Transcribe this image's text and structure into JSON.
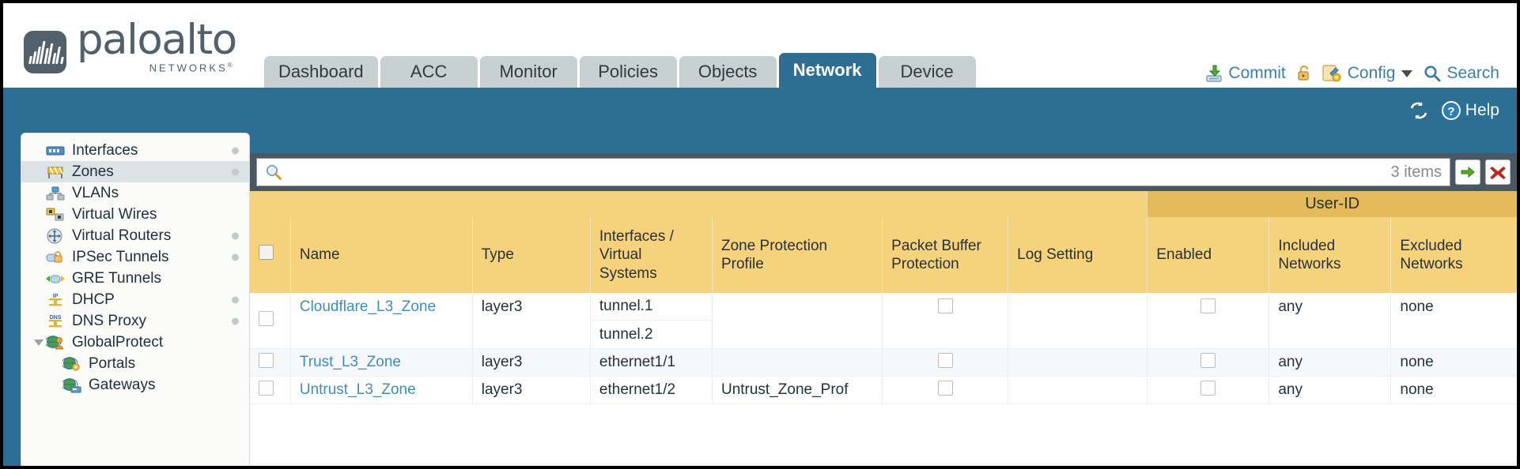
{
  "brand": {
    "name": "paloalto",
    "sub": "NETWORKS",
    "sub_mark": "®",
    "logo_color": "#51606b"
  },
  "colors": {
    "active_tab": "#2d6e94",
    "tab_bg": "#c7d1d2",
    "header_gold": "#f6d27d",
    "group_gold": "#e5ba5a",
    "link_blue": "#3f8dbd",
    "band_blue": "#2d6e94",
    "search_bar": "#4a5660"
  },
  "tabs": [
    {
      "label": "Dashboard",
      "active": false
    },
    {
      "label": "ACC",
      "active": false
    },
    {
      "label": "Monitor",
      "active": false
    },
    {
      "label": "Policies",
      "active": false
    },
    {
      "label": "Objects",
      "active": false
    },
    {
      "label": "Network",
      "active": true
    },
    {
      "label": "Device",
      "active": false
    }
  ],
  "top_actions": {
    "commit": "Commit",
    "commit_icon": "commit-save-icon",
    "lock_icon": "padlock-unlocked-icon",
    "config": "Config",
    "config_icon": "config-wrench-gear-icon",
    "search": "Search",
    "search_icon": "magnifier-icon"
  },
  "band": {
    "refresh_icon": "refresh-icon",
    "help": "Help",
    "help_icon": "help-question-icon"
  },
  "sidebar": {
    "items": [
      {
        "label": "Interfaces",
        "icon": "interfaces-icon",
        "selected": false,
        "dot": true,
        "child": false,
        "expand": false
      },
      {
        "label": "Zones",
        "icon": "zones-icon",
        "selected": true,
        "dot": true,
        "child": false,
        "expand": false
      },
      {
        "label": "VLANs",
        "icon": "vlans-icon",
        "selected": false,
        "dot": false,
        "child": false,
        "expand": false
      },
      {
        "label": "Virtual Wires",
        "icon": "virtual-wires-icon",
        "selected": false,
        "dot": false,
        "child": false,
        "expand": false
      },
      {
        "label": "Virtual Routers",
        "icon": "virtual-routers-icon",
        "selected": false,
        "dot": true,
        "child": false,
        "expand": false
      },
      {
        "label": "IPSec Tunnels",
        "icon": "ipsec-tunnels-icon",
        "selected": false,
        "dot": true,
        "child": false,
        "expand": false
      },
      {
        "label": "GRE Tunnels",
        "icon": "gre-tunnels-icon",
        "selected": false,
        "dot": false,
        "child": false,
        "expand": false
      },
      {
        "label": "DHCP",
        "icon": "dhcp-icon",
        "selected": false,
        "dot": true,
        "child": false,
        "expand": false
      },
      {
        "label": "DNS Proxy",
        "icon": "dns-proxy-icon",
        "selected": false,
        "dot": true,
        "child": false,
        "expand": false
      },
      {
        "label": "GlobalProtect",
        "icon": "globalprotect-icon",
        "selected": false,
        "dot": false,
        "child": false,
        "expand": true
      },
      {
        "label": "Portals",
        "icon": "portals-icon",
        "selected": false,
        "dot": false,
        "child": true,
        "expand": false
      },
      {
        "label": "Gateways",
        "icon": "gateways-icon",
        "selected": false,
        "dot": false,
        "child": true,
        "expand": false
      }
    ]
  },
  "toolbar": {
    "search_value": "",
    "search_placeholder": "",
    "items_count": "3 items",
    "apply_icon": "green-arrow-apply-icon",
    "clear_icon": "red-x-clear-icon"
  },
  "table": {
    "group_header": {
      "label": "User-ID",
      "spans": 3
    },
    "columns": [
      {
        "key": "select",
        "label": ""
      },
      {
        "key": "name",
        "label": "Name"
      },
      {
        "key": "type",
        "label": "Type"
      },
      {
        "key": "ifaces",
        "label": "Interfaces / Virtual Systems"
      },
      {
        "key": "zpp",
        "label": "Zone Protection Profile"
      },
      {
        "key": "pbp",
        "label": "Packet Buffer Protection"
      },
      {
        "key": "logset",
        "label": "Log Setting"
      },
      {
        "key": "enabled",
        "label": "Enabled"
      },
      {
        "key": "incl",
        "label": "Included Networks"
      },
      {
        "key": "excl",
        "label": "Excluded Networks"
      }
    ],
    "rows": [
      {
        "selected": false,
        "name": "Cloudflare_L3_Zone",
        "type": "layer3",
        "interfaces": [
          "tunnel.1",
          "tunnel.2"
        ],
        "zone_protection_profile": "",
        "packet_buffer_protection": false,
        "log_setting": "",
        "userid_enabled": false,
        "included_networks": "any",
        "excluded_networks": "none"
      },
      {
        "selected": false,
        "name": "Trust_L3_Zone",
        "type": "layer3",
        "interfaces": [
          "ethernet1/1"
        ],
        "zone_protection_profile": "",
        "packet_buffer_protection": false,
        "log_setting": "",
        "userid_enabled": false,
        "included_networks": "any",
        "excluded_networks": "none"
      },
      {
        "selected": false,
        "name": "Untrust_L3_Zone",
        "type": "layer3",
        "interfaces": [
          "ethernet1/2"
        ],
        "zone_protection_profile": "Untrust_Zone_Prof",
        "packet_buffer_protection": false,
        "log_setting": "",
        "userid_enabled": false,
        "included_networks": "any",
        "excluded_networks": "none"
      }
    ]
  }
}
